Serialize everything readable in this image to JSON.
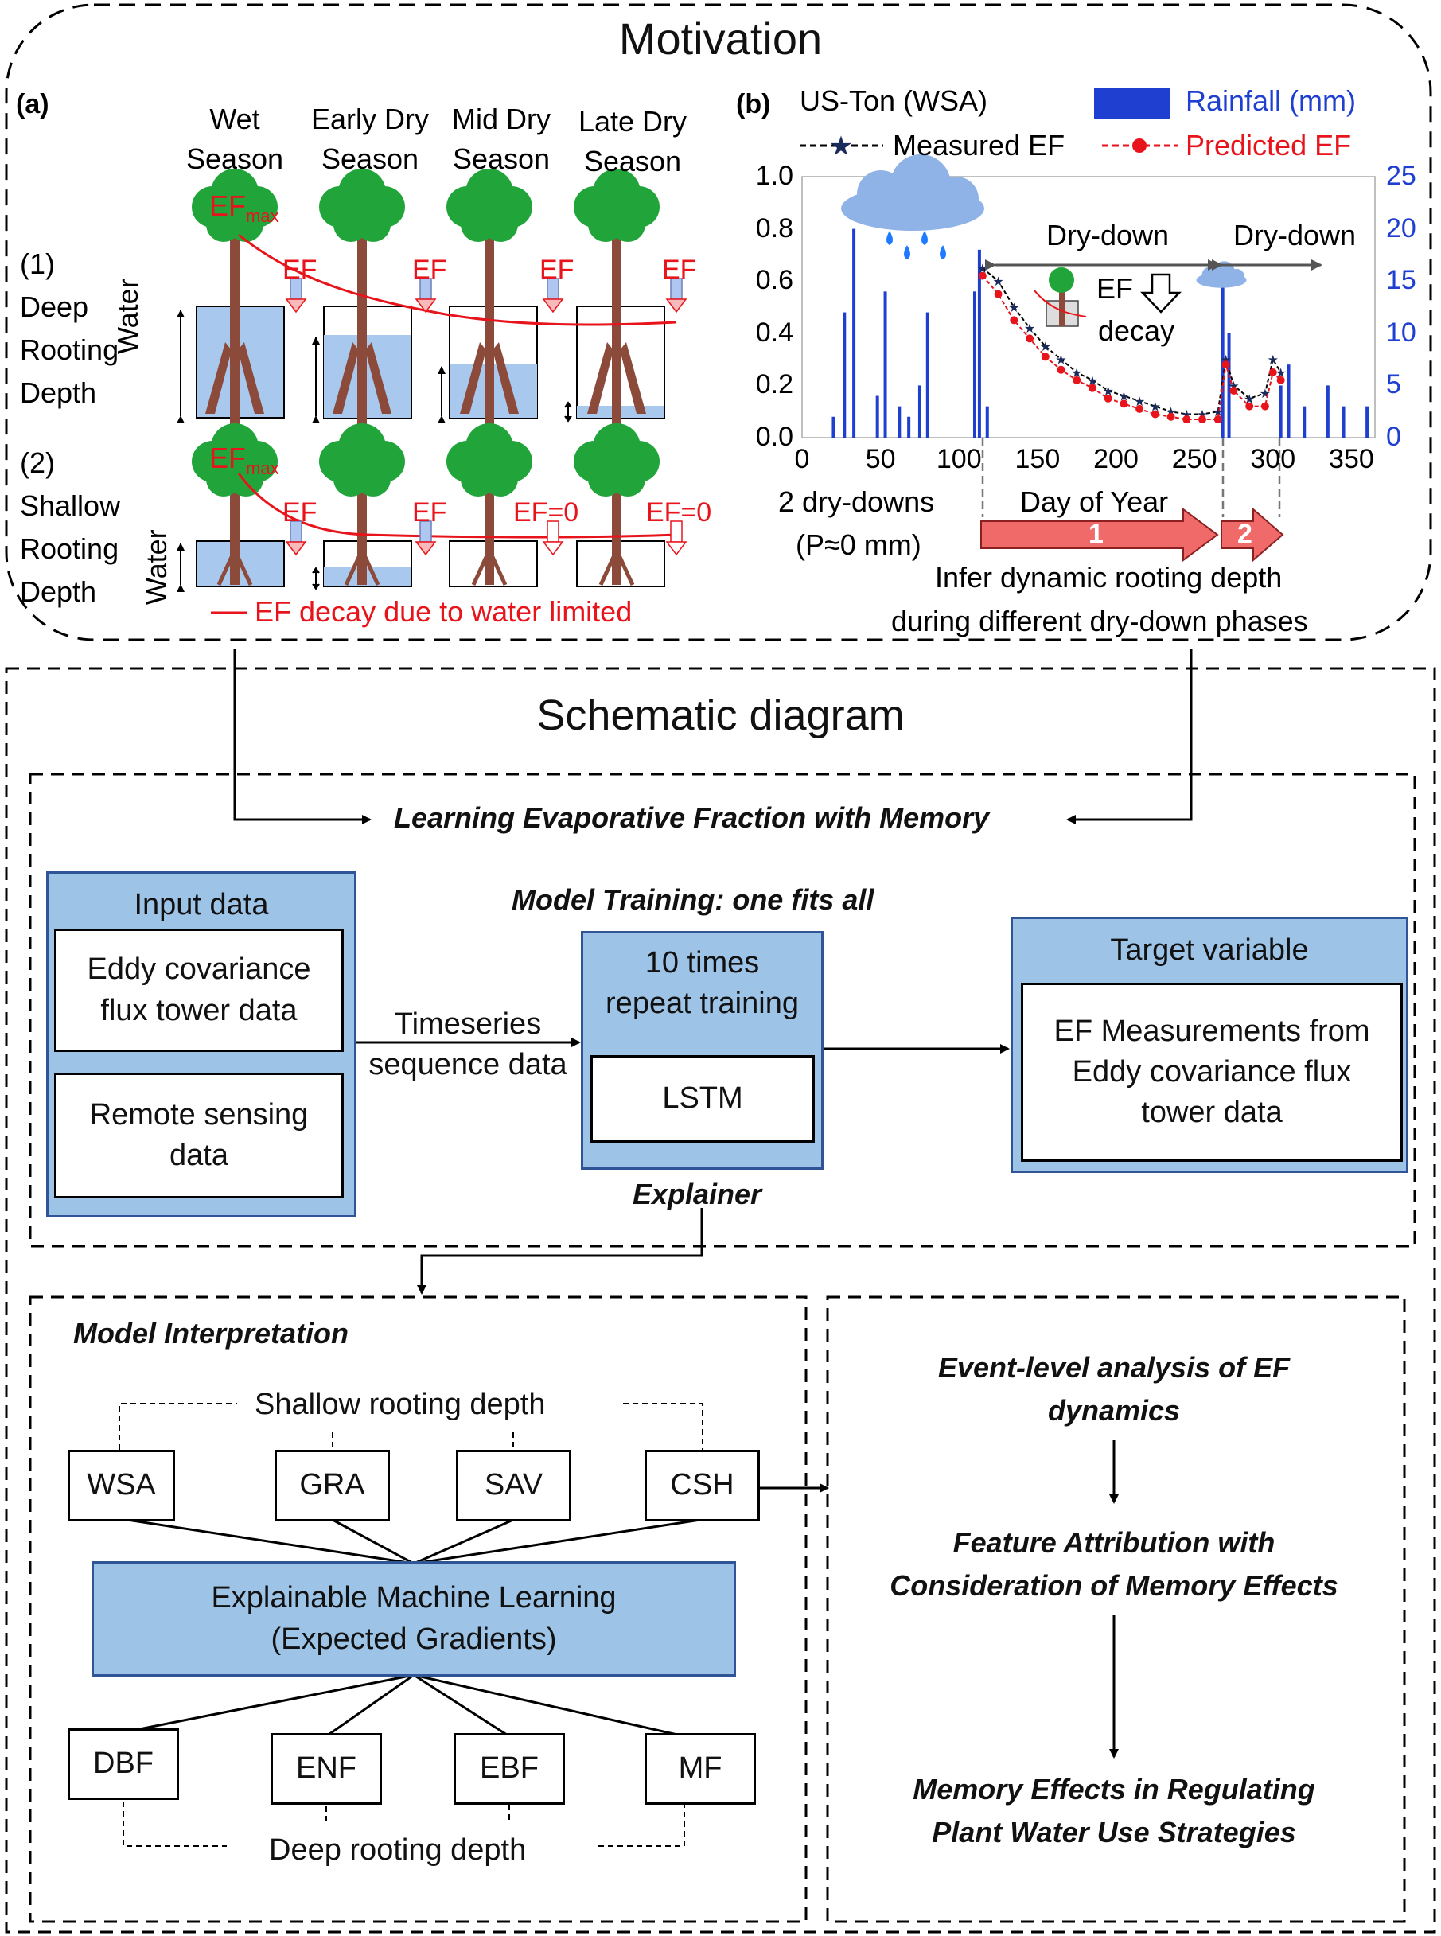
{
  "motivation": {
    "title": "Motivation",
    "panel_a": {
      "label": "(a)",
      "seasons": [
        "Wet\nSeason",
        "Early Dry\nSeason",
        "Mid Dry\nSeason",
        "Late Dry\nSeason"
      ],
      "row1": {
        "num": "(1)",
        "lines": [
          "Deep",
          "Rooting",
          "Depth"
        ]
      },
      "row2": {
        "num": "(2)",
        "lines": [
          "Shallow",
          "Rooting",
          "Depth"
        ]
      },
      "water_label": "Water",
      "ef_max": "EF",
      "ef_max_sub": "max",
      "ef": "EF",
      "ef_zero": "EF=0",
      "legend": "EF decay due to water limited"
    },
    "panel_b": {
      "label": "(b)",
      "site": "US-Ton (WSA)",
      "legend_rain": "Rainfall (mm)",
      "legend_measured": "Measured EF",
      "legend_predicted": "Predicted  EF",
      "y_left_ticks": [
        "1.0",
        "0.8",
        "0.6",
        "0.4",
        "0.2",
        "0.0"
      ],
      "y_right_ticks": [
        "25",
        "20",
        "15",
        "10",
        "5",
        "0"
      ],
      "x_ticks": [
        "0",
        "50",
        "100",
        "150",
        "200",
        "250",
        "300",
        "350"
      ],
      "xlabel": "Day of Year",
      "drydown_label": "Dry-down",
      "ef_decay_ef": "EF",
      "ef_decay_word": "decay",
      "two_drydowns_1": "2 dry-downs",
      "two_drydowns_2": "(P≈0 mm)",
      "phase1": "1",
      "phase2": "2",
      "infer_1": "Infer dynamic rooting depth",
      "infer_2": "during different dry-down phases"
    }
  },
  "chart_data": {
    "type": "line",
    "x_range": [
      0,
      365
    ],
    "ylim_left": [
      0,
      1.0
    ],
    "ylim_right": [
      0,
      25
    ],
    "xlabel": "Day of Year",
    "series": [
      {
        "name": "Measured EF",
        "x": [
          115,
          125,
          135,
          145,
          155,
          165,
          175,
          185,
          195,
          205,
          215,
          225,
          235,
          245,
          255,
          265,
          270,
          275,
          285,
          295,
          300,
          305
        ],
        "y": [
          0.65,
          0.6,
          0.5,
          0.42,
          0.35,
          0.3,
          0.25,
          0.22,
          0.18,
          0.16,
          0.14,
          0.12,
          0.1,
          0.09,
          0.09,
          0.1,
          0.3,
          0.2,
          0.15,
          0.17,
          0.3,
          0.25
        ]
      },
      {
        "name": "Predicted  EF",
        "x": [
          115,
          125,
          135,
          145,
          155,
          165,
          175,
          185,
          195,
          205,
          215,
          225,
          235,
          245,
          255,
          265,
          270,
          275,
          285,
          295,
          300,
          305
        ],
        "y": [
          0.62,
          0.55,
          0.45,
          0.38,
          0.31,
          0.26,
          0.22,
          0.19,
          0.15,
          0.13,
          0.11,
          0.09,
          0.08,
          0.07,
          0.07,
          0.07,
          0.28,
          0.18,
          0.12,
          0.12,
          0.25,
          0.22
        ]
      },
      {
        "name": "Rainfall (mm)",
        "x": [
          20,
          27,
          33,
          48,
          53,
          62,
          68,
          75,
          80,
          110,
          113,
          118,
          268,
          272,
          305,
          310,
          320,
          335,
          345,
          360
        ],
        "y": [
          2,
          12,
          20,
          4,
          14,
          3,
          2,
          5,
          12,
          14,
          18,
          3,
          15,
          10,
          5,
          7,
          3,
          5,
          3,
          3
        ]
      }
    ]
  },
  "schematic": {
    "title": "Schematic diagram",
    "learning_title": "Learning Evaporative Fraction with Memory",
    "model_training": "Model Training: one fits all",
    "input_data": "Input data",
    "eddy_flux": "Eddy covariance\nflux tower data",
    "remote_sensing": "Remote sensing\ndata",
    "timeseries": "Timeseries\nsequence data",
    "repeat_training": "10 times\nrepeat training",
    "lstm": "LSTM",
    "explainer": "Explainer",
    "target_variable": "Target variable",
    "ef_measurements": "EF Measurements from\nEddy covariance flux\ntower data",
    "model_interpretation": "Model Interpretation",
    "shallow_label": "Shallow rooting depth",
    "deep_label": "Deep rooting depth",
    "shallow_types": [
      "WSA",
      "GRA",
      "SAV",
      "CSH"
    ],
    "deep_types": [
      "DBF",
      "ENF",
      "EBF",
      "MF"
    ],
    "xml_box": "Explainable Machine Learning\n(Expected Gradients)",
    "step1": "Event-level analysis of EF\ndynamics",
    "step2": "Feature Attribution with\nConsideration of Memory Effects",
    "step3": "Memory Effects in Regulating\nPlant Water Use Strategies"
  },
  "colors": {
    "red": "#E8141B",
    "blue_text": "#1F3FD0",
    "box_blue": "#9DC3E6",
    "tree_green": "#21A53B",
    "trunk": "#8B4A3A",
    "water": "#A9C8EE",
    "arrow_red": "#F06A6A"
  }
}
